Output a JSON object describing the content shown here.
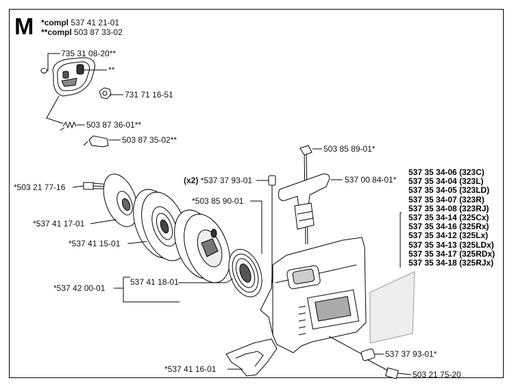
{
  "header": {
    "section_letter": "M",
    "compl_1_prefix": "*compl",
    "compl_1_number": "537 41 21-01",
    "compl_2_prefix": "**compl",
    "compl_2_number": "503 87 33-02"
  },
  "callouts": {
    "p1": "735 31 08-20**",
    "p2": "**",
    "p3": "731 71 16-51",
    "p4": "503 87 36-01**",
    "p5": "503 87 35-02**",
    "p6": "503 85 89-01*",
    "p7_prefix": "(x2)",
    "p7": "*537 37 93-01",
    "p8": "537 00 84-01*",
    "p9": "*503 21 77-16",
    "p10": "*503 85 90-01",
    "p11": "*537 41 17-01",
    "p12": "*537 41 15-01",
    "p13": "*537 42 00-01",
    "p14": "537 41 18-01",
    "p15": "537 37 93-01*",
    "p16": "*537 41 16-01",
    "p17": "503 21 75-20"
  },
  "model_list": [
    "537 35 34-06 (323C)",
    "537 35 34-04 (323L)",
    "537 35 34-05 (323LD)",
    "537 35 34-07 (323R)",
    "537 35 34-08 (323RJ)",
    "537 35 34-14 (325Cx)",
    "537 35 34-16 (325Rx)",
    "537 35 34-12 (325Lx)",
    "537 35 34-13 (325LDx)",
    "537 35 34-17 (325RDx)",
    "537 35 34-18 (325RJx)"
  ]
}
